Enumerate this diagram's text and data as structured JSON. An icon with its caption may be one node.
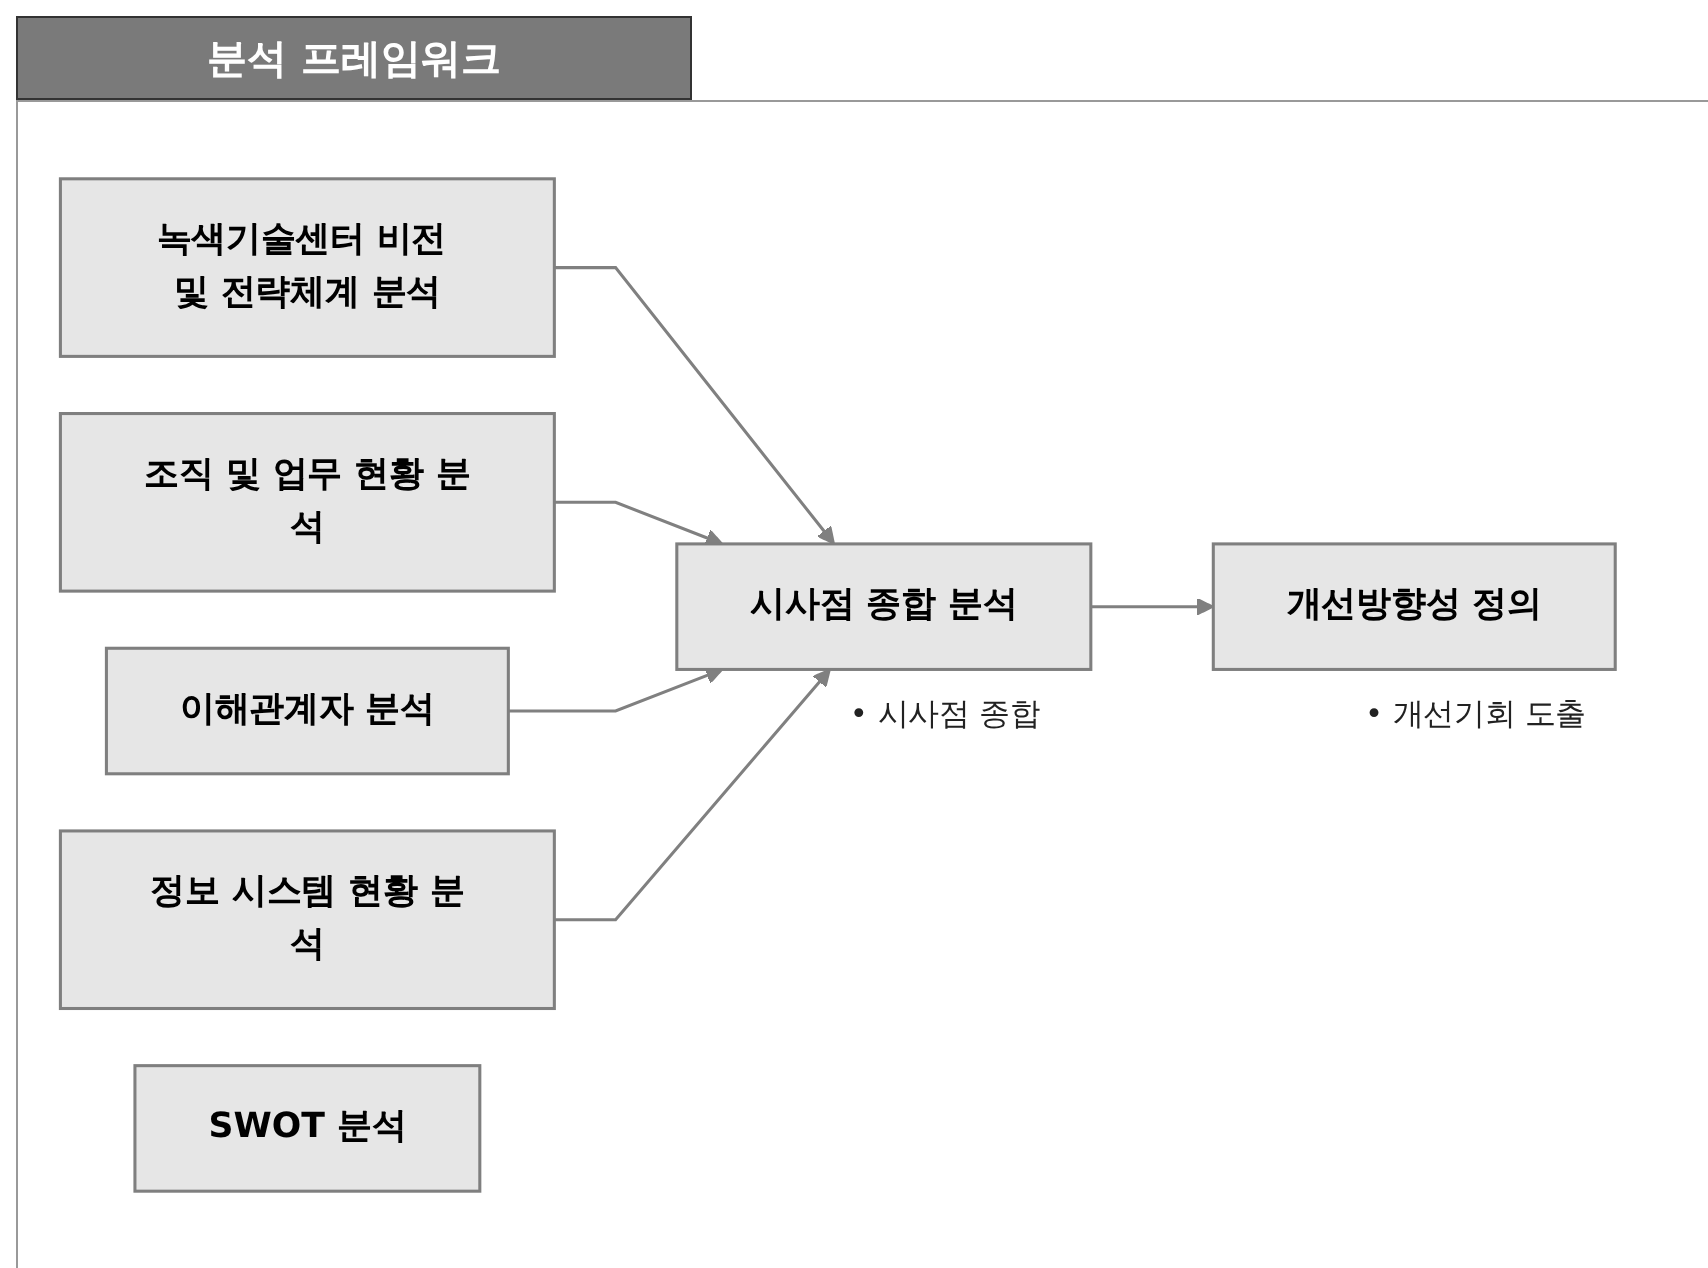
{
  "diagram": {
    "title": "분석 프레임워크",
    "nodes": [
      {
        "text": [
          "녹색기술센터 비전 및 전략체계 분석"
        ]
      },
      {
        "text": [
          "조직 및 업무 현황 분석"
        ]
      },
      {
        "text": [
          "이해관계자 분석"
        ]
      },
      {
        "text": [
          "정보 시스템 현황 분석"
        ]
      },
      {
        "text": [
          "SWOT 분석"
        ]
      },
      {
        "text": [
          "시사점 종합 분석"
        ],
        "beside": [
          "• 시사점 종합"
        ]
      },
      {
        "text": [
          "개선방향성 정의"
        ],
        "beside": [
          "• 개선기회 도출"
        ]
      }
    ],
    "edges": [
      {
        "from": 0,
        "to": 5,
        "arrow": "to"
      },
      {
        "from": 1,
        "to": 5,
        "arrow": "to"
      },
      {
        "from": 2,
        "to": 5,
        "arrow": "to"
      },
      {
        "from": 3,
        "to": 5,
        "arrow": "to"
      },
      {
        "from": 5,
        "to": 6,
        "arrow": "to"
      }
    ]
  }
}
